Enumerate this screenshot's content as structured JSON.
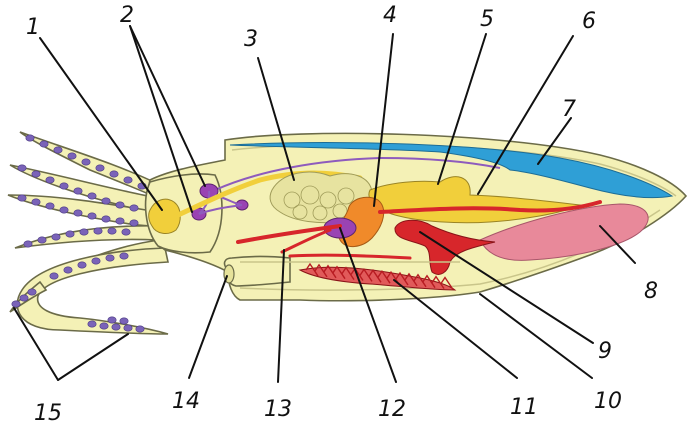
{
  "colors": {
    "body": "#f4f1b6",
    "body_dark": "#e6e29a",
    "mantle_edge": "#c9c58a",
    "suckers": "#7a63b8",
    "nerve": "#8e5bbd",
    "gland_yellow": "#f1cf3b",
    "liver": "#e7e3a0",
    "shell_blue": "#2f9fd6",
    "gonad_pink": "#e8899a",
    "vessel_red": "#d7262b",
    "ink_sac": "#9a43b3",
    "stomach_orange": "#f08a2a",
    "gill_red": "#d7262b",
    "label_ink": "#111111"
  },
  "labels": [
    {
      "id": "1",
      "text": "1"
    },
    {
      "id": "2",
      "text": "2"
    },
    {
      "id": "3",
      "text": "3"
    },
    {
      "id": "4",
      "text": "4"
    },
    {
      "id": "5",
      "text": "5"
    },
    {
      "id": "6",
      "text": "6"
    },
    {
      "id": "7",
      "text": "7"
    },
    {
      "id": "8",
      "text": "8"
    },
    {
      "id": "9",
      "text": "9"
    },
    {
      "id": "10",
      "text": "10"
    },
    {
      "id": "11",
      "text": "11"
    },
    {
      "id": "12",
      "text": "12"
    },
    {
      "id": "13",
      "text": "13"
    },
    {
      "id": "14",
      "text": "14"
    },
    {
      "id": "15",
      "text": "15"
    }
  ]
}
